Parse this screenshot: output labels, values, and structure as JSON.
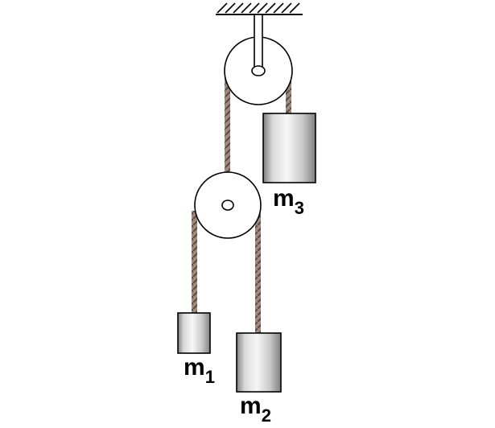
{
  "labels": {
    "m1": {
      "base": "m",
      "sub": "1"
    },
    "m2": {
      "base": "m",
      "sub": "2"
    },
    "m3": {
      "base": "m",
      "sub": "3"
    }
  },
  "colors": {
    "rope": "#9a8478",
    "rope_strand": "#5e4c44",
    "outline": "#000000",
    "pulley_fill": "#ffffff",
    "block_light": "#f4f4f4",
    "block_dark": "#8e8e8e"
  }
}
